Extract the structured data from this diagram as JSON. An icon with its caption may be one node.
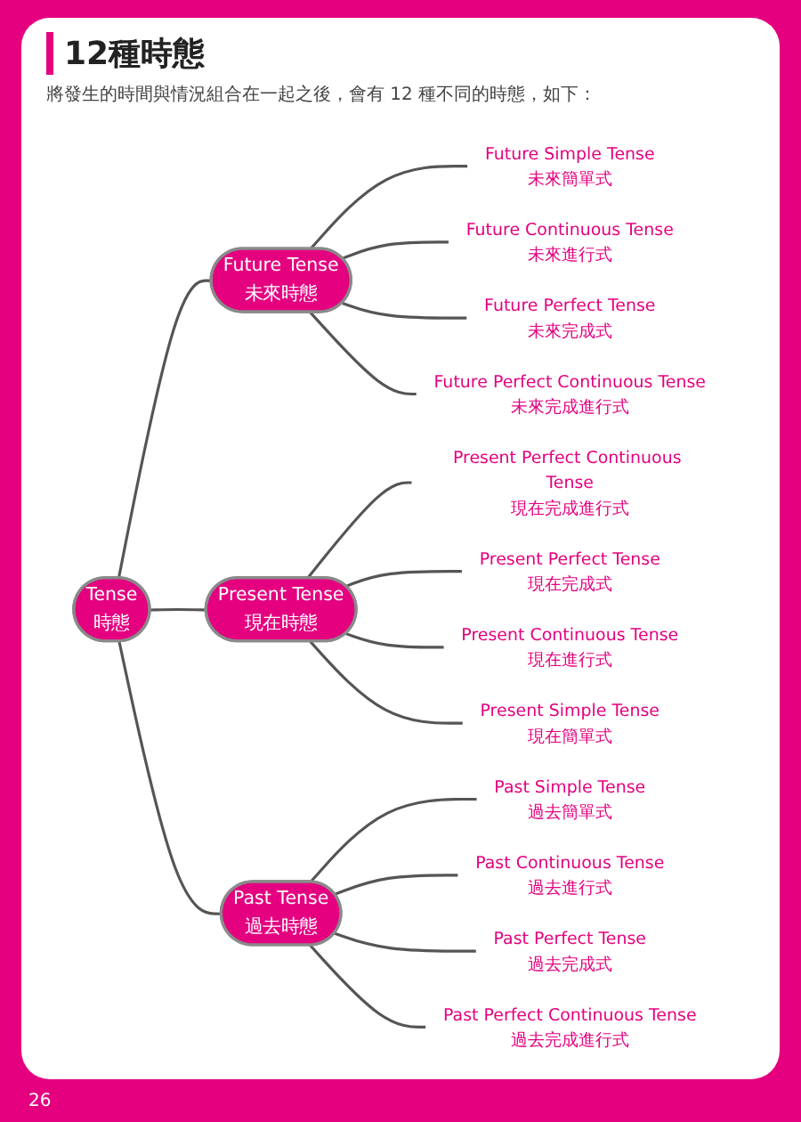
{
  "diagram": {
    "title": "12種時態",
    "caption": "將發生的時間與情況組合在一起之後，會有 12 種不同的時態，如下：",
    "nodes": [
      {
        "text": [
          "Tense",
          "時態"
        ]
      },
      {
        "text": [
          "Future Tense",
          "未來時態"
        ]
      },
      {
        "text": [
          "Future Simple Tense",
          "未來簡單式"
        ]
      },
      {
        "text": [
          "Future Continuous Tense",
          "未來進行式"
        ]
      },
      {
        "text": [
          "Future Perfect Tense",
          "未來完成式"
        ]
      },
      {
        "text": [
          "Future Perfect Continuous Tense",
          "未來完成進行式"
        ]
      },
      {
        "text": [
          "Present Tense",
          "現在時態"
        ]
      },
      {
        "text": [
          "Present Perfect Continuous Tense",
          "現在完成進行式"
        ]
      },
      {
        "text": [
          "Present Perfect Tense",
          "現在完成式"
        ]
      },
      {
        "text": [
          "Present Continuous Tense",
          "現在進行式"
        ]
      },
      {
        "text": [
          "Present Simple Tense",
          "現在簡單式"
        ]
      },
      {
        "text": [
          "Past Tense",
          "過去時態"
        ]
      },
      {
        "text": [
          "Past Simple Tense",
          "過去簡單式"
        ]
      },
      {
        "text": [
          "Past Continuous Tense",
          "過去進行式"
        ]
      },
      {
        "text": [
          "Past Perfect Tense",
          "過去完成式"
        ]
      },
      {
        "text": [
          "Past Perfect Continuous Tense",
          "過去完成進行式"
        ]
      }
    ],
    "edges": [
      {
        "from": 0,
        "to": 1,
        "arrow": "none"
      },
      {
        "from": 1,
        "to": 2,
        "arrow": "none"
      },
      {
        "from": 1,
        "to": 3,
        "arrow": "none"
      },
      {
        "from": 1,
        "to": 4,
        "arrow": "none"
      },
      {
        "from": 1,
        "to": 5,
        "arrow": "none"
      },
      {
        "from": 0,
        "to": 6,
        "arrow": "none"
      },
      {
        "from": 6,
        "to": 7,
        "arrow": "none"
      },
      {
        "from": 6,
        "to": 8,
        "arrow": "none"
      },
      {
        "from": 6,
        "to": 9,
        "arrow": "none"
      },
      {
        "from": 6,
        "to": 10,
        "arrow": "none"
      },
      {
        "from": 0,
        "to": 11,
        "arrow": "none"
      },
      {
        "from": 11,
        "to": 12,
        "arrow": "none"
      },
      {
        "from": 11,
        "to": 13,
        "arrow": "none"
      },
      {
        "from": 11,
        "to": 14,
        "arrow": "none"
      },
      {
        "from": 11,
        "to": 15,
        "arrow": "none"
      }
    ],
    "labels": [
      "26"
    ]
  }
}
